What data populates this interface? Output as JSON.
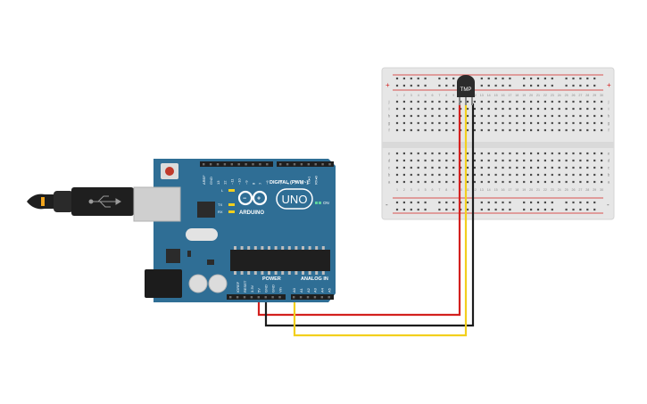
{
  "arduino": {
    "brand": "ARDUINO",
    "model": "UNO",
    "digital_header": "DIGITAL (PWM~)",
    "power_header": "POWER",
    "analog_header": "ANALOG IN",
    "on_label": "ON",
    "led_labels": [
      "L",
      "TX",
      "RX"
    ],
    "top_pin_labels": [
      "AREF",
      "GND",
      "13",
      "12",
      "~11",
      "~10",
      "~9",
      "8",
      "7",
      "~6",
      "~5",
      "4",
      "~3",
      "2",
      "TX▸1",
      "RX◂0"
    ],
    "power_pin_labels": [
      "IOREF",
      "RESET",
      "3.3V",
      "5V",
      "GND",
      "GND",
      "Vin"
    ],
    "analog_pin_labels": [
      "A0",
      "A1",
      "A2",
      "A3",
      "A4",
      "A5"
    ]
  },
  "sensor": {
    "label": "TMP"
  },
  "breadboard": {
    "row_letters_top": [
      "j",
      "i",
      "h",
      "g",
      "f"
    ],
    "row_letters_bottom": [
      "e",
      "d",
      "c",
      "b",
      "a"
    ],
    "column_numbers": [
      "1",
      "2",
      "3",
      "4",
      "5",
      "6",
      "7",
      "8",
      "9",
      "10",
      "11",
      "12",
      "13",
      "14",
      "15",
      "16",
      "17",
      "18",
      "19",
      "20",
      "21",
      "22",
      "23",
      "24",
      "25",
      "26",
      "27",
      "28",
      "29",
      "30"
    ],
    "rail_plus": "+",
    "rail_minus": "-"
  },
  "colors": {
    "board": "#2f6e95",
    "wire_power": "#d3201e",
    "wire_ground": "#1c1c1c",
    "wire_signal": "#f2cf1d"
  }
}
